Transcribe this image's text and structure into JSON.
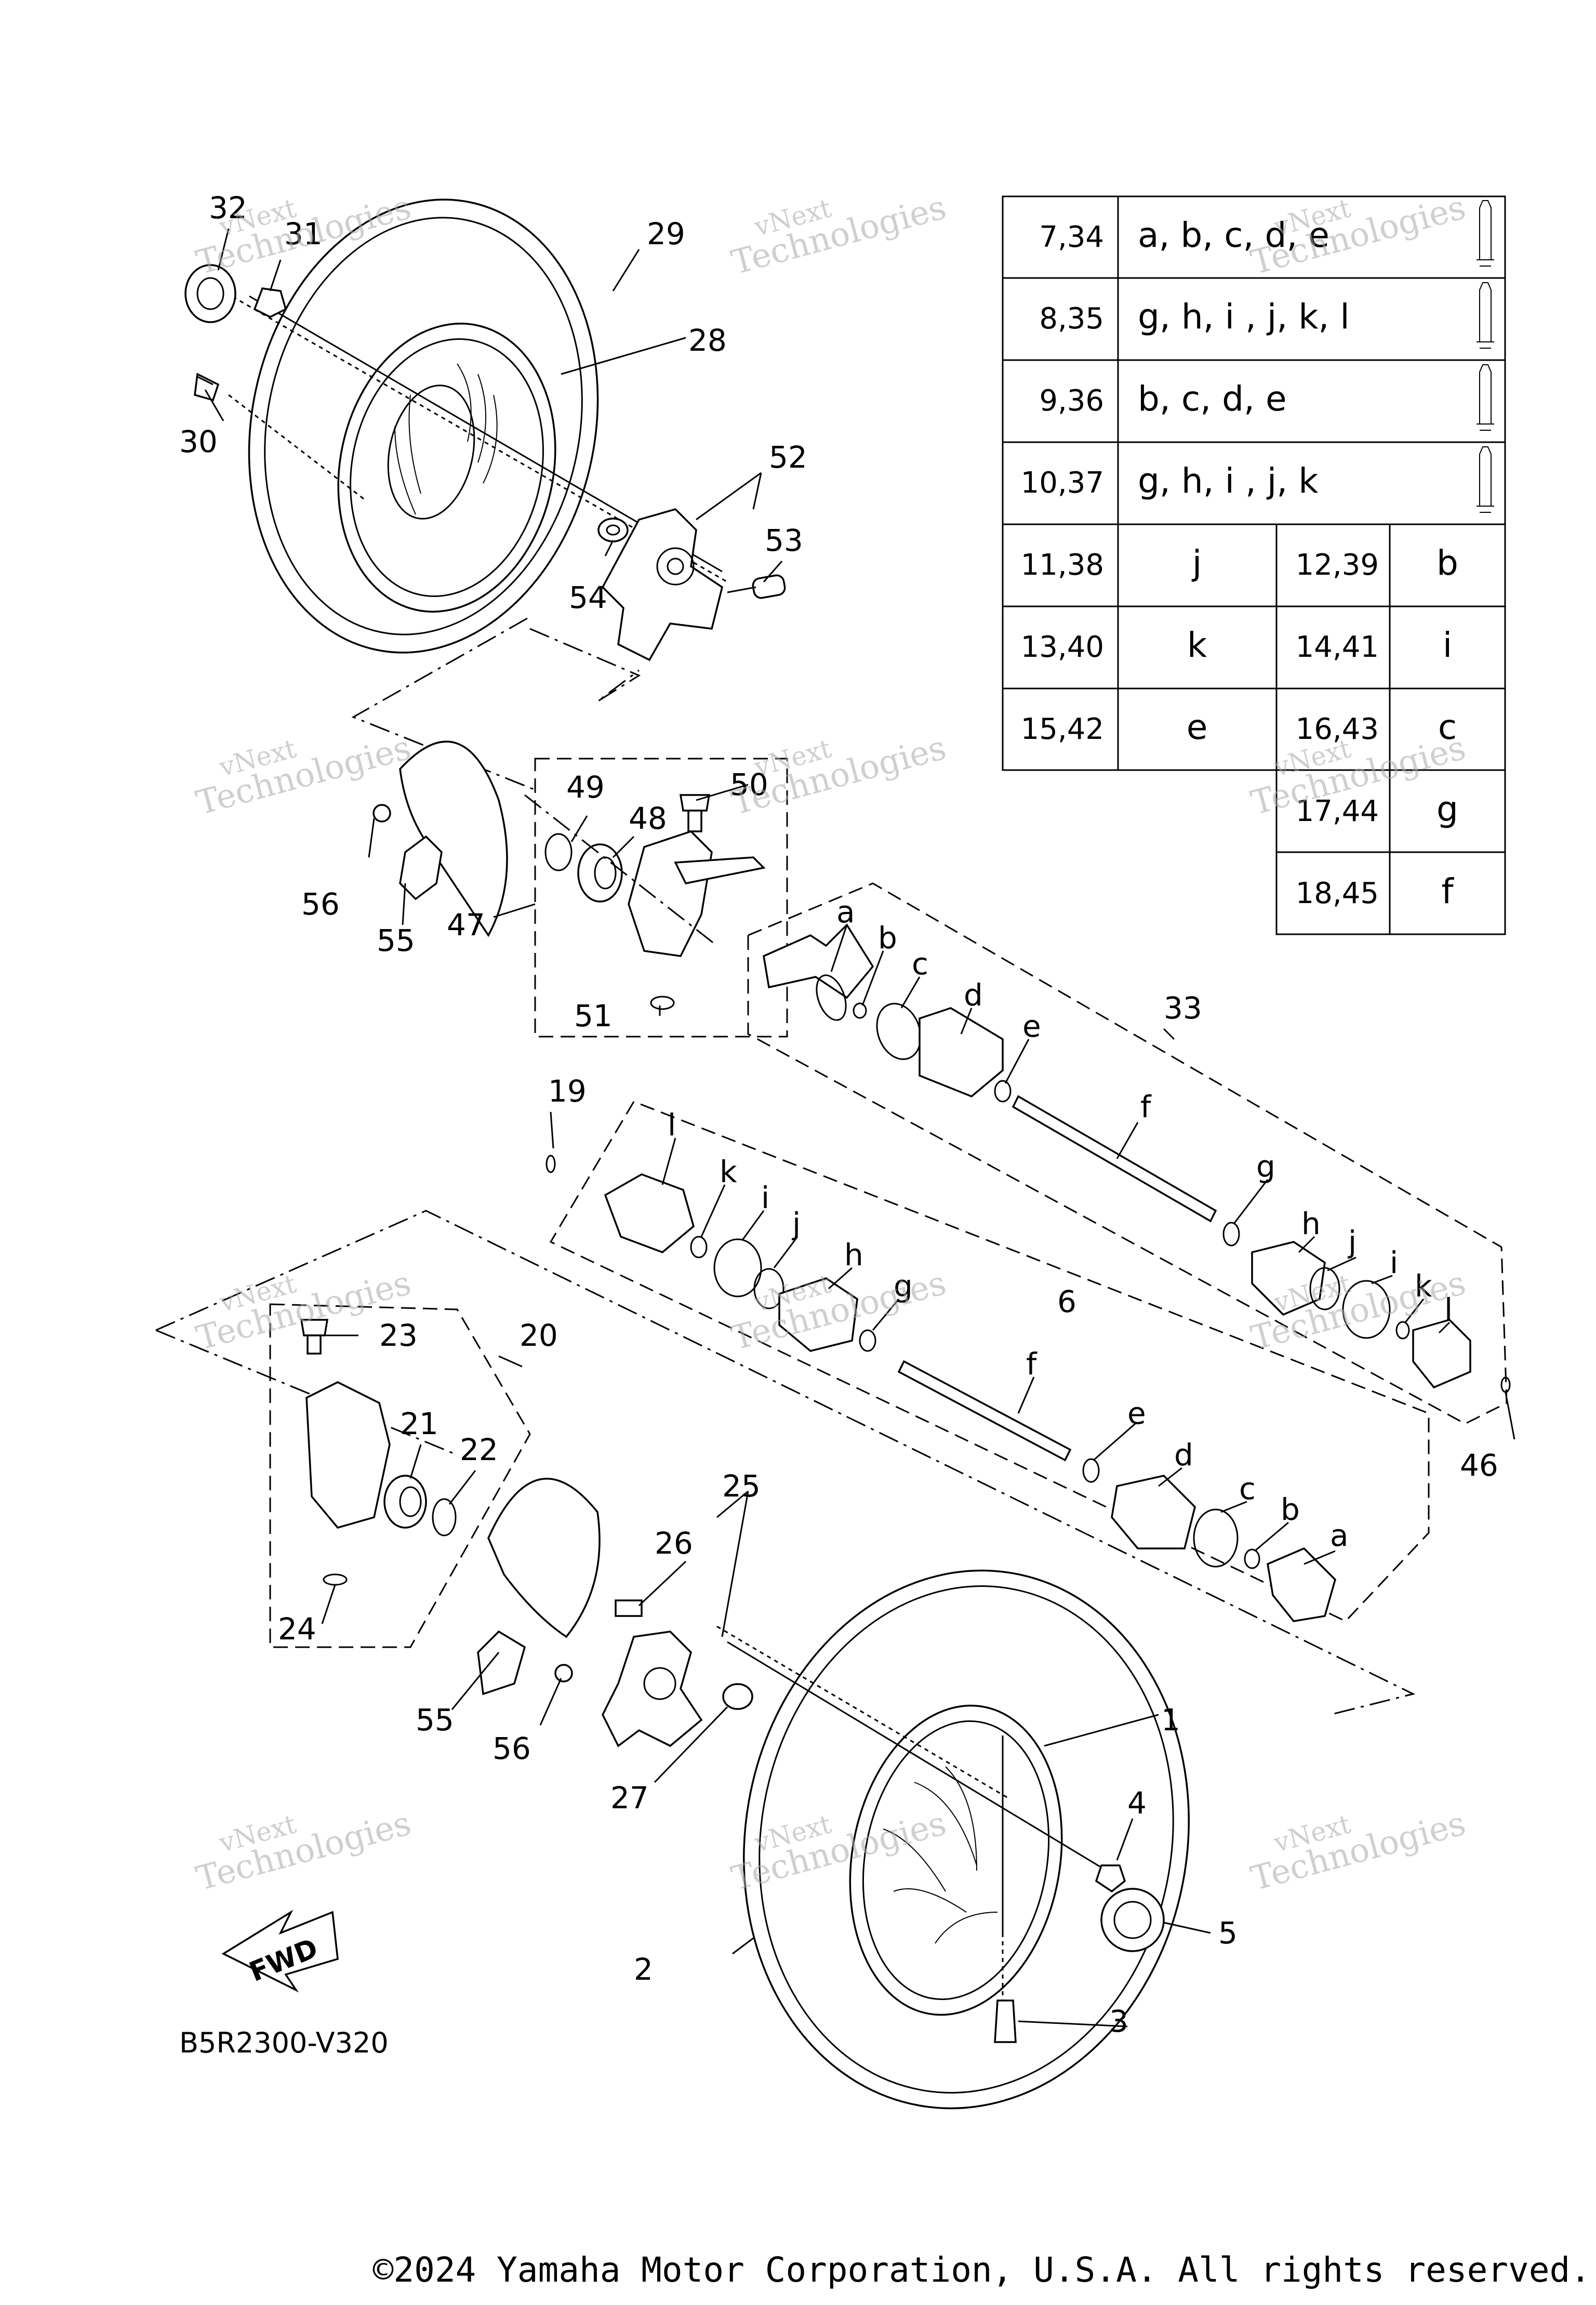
{
  "diagram_code": "B5R2300-V320",
  "copyright": "©2024 Yamaha Motor Corporation, U.S.A. All rights reserved.",
  "fwd_label": "FWD",
  "watermark": [
    "vNext",
    "Technologies"
  ],
  "callouts": [
    "1",
    "2",
    "3",
    "4",
    "5",
    "6",
    "19",
    "20",
    "21",
    "22",
    "23",
    "24",
    "25",
    "26",
    "27",
    "28",
    "29",
    "30",
    "31",
    "32",
    "33",
    "46",
    "47",
    "48",
    "49",
    "50",
    "51",
    "52",
    "53",
    "54",
    "55",
    "56",
    "a",
    "b",
    "c",
    "d",
    "e",
    "f",
    "g",
    "h",
    "i",
    "j",
    "k",
    "l"
  ],
  "callout_list": {
    "n1": "1",
    "n2": "2",
    "n3": "3",
    "n4": "4",
    "n5": "5",
    "n6": "6",
    "n19": "19",
    "n20": "20",
    "n21": "21",
    "n22": "22",
    "n23": "23",
    "n24": "24",
    "n25": "25",
    "n26": "26",
    "n27": "27",
    "n28": "28",
    "n29": "29",
    "n30": "30",
    "n31": "31",
    "n32": "32",
    "n33": "33",
    "n46": "46",
    "n47": "47",
    "n48": "48",
    "n49": "49",
    "n50": "50",
    "n51": "51",
    "n52": "52",
    "n53": "53",
    "n54": "54",
    "n55": "55",
    "n56": "56",
    "a": "a",
    "b": "b",
    "c": "c",
    "d": "d",
    "e": "e",
    "f": "f",
    "g": "g",
    "h": "h",
    "i": "i",
    "j": "j",
    "k": "k",
    "l": "l"
  },
  "kit_table": {
    "wide_rows": [
      {
        "numbers": "7,34",
        "contents": "a, b, c, d, e"
      },
      {
        "numbers": "8,35",
        "contents": "g, h, i , j, k, l"
      },
      {
        "numbers": "9,36",
        "contents": "b, c, d, e"
      },
      {
        "numbers": "10,37",
        "contents": "g, h, i , j, k"
      }
    ],
    "split_rows": [
      {
        "left_numbers": "11,38",
        "left_letter": "j",
        "right_numbers": "12,39",
        "right_letter": "b"
      },
      {
        "left_numbers": "13,40",
        "left_letter": "k",
        "right_numbers": "14,41",
        "right_letter": "i"
      },
      {
        "left_numbers": "15,42",
        "left_letter": "e",
        "right_numbers": "16,43",
        "right_letter": "c"
      }
    ],
    "tail_rows": [
      {
        "numbers": "17,44",
        "letter": "g"
      },
      {
        "numbers": "18,45",
        "letter": "f"
      }
    ]
  }
}
